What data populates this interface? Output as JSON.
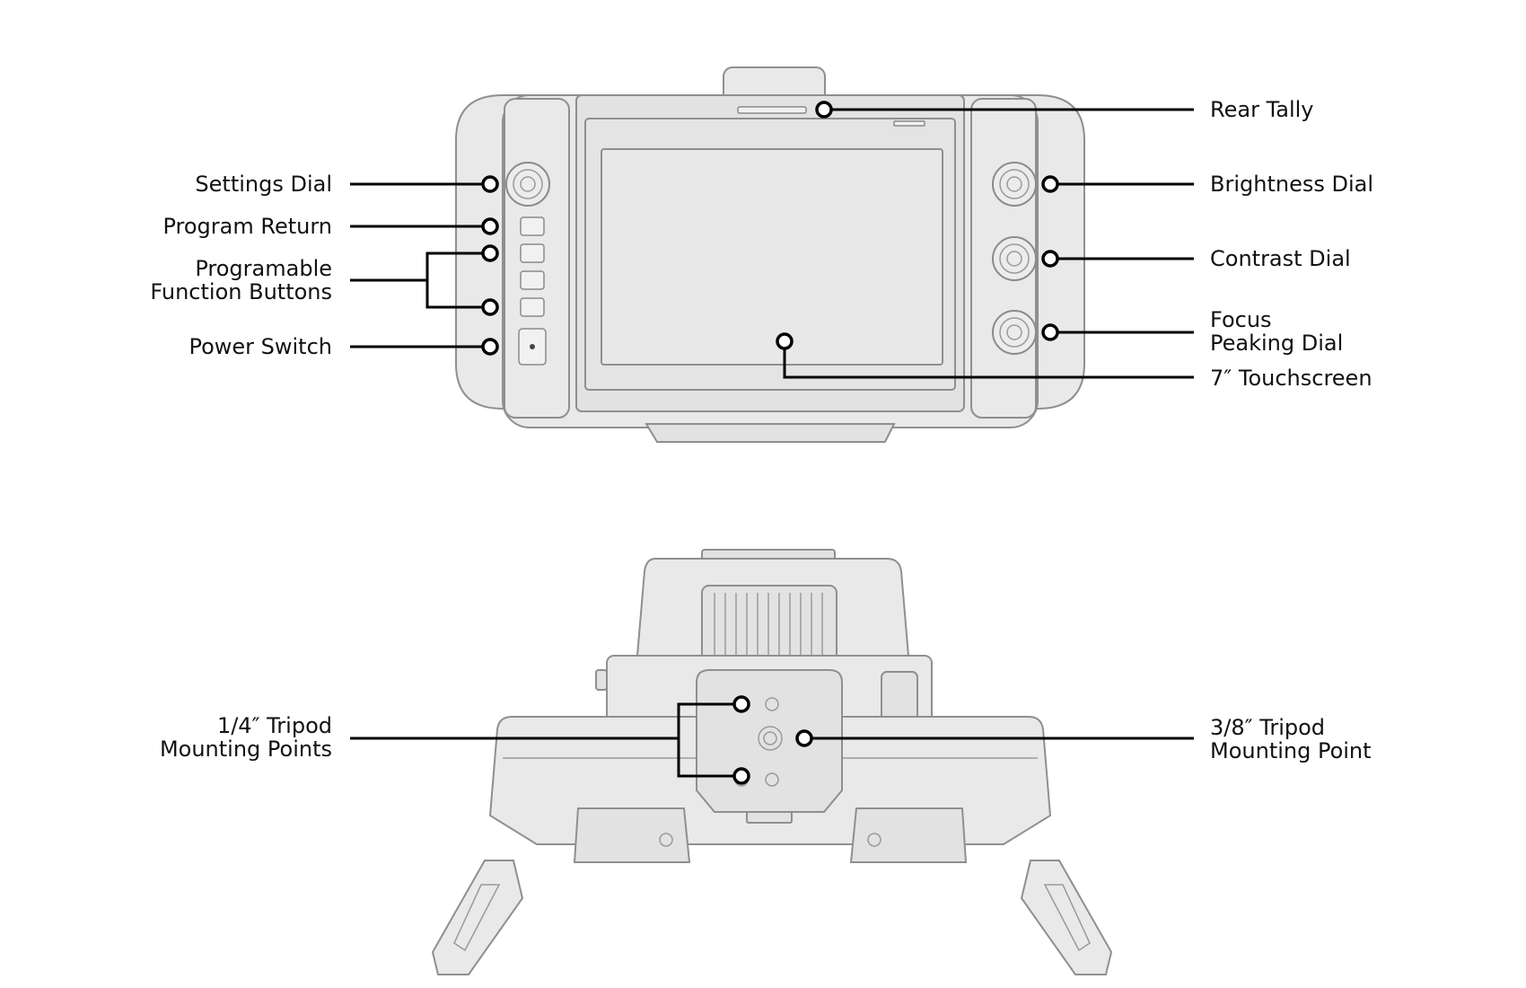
{
  "front_view": {
    "callouts": {
      "rear_tally": "Rear Tally",
      "settings_dial": "Settings Dial",
      "program_return": "Program Return",
      "programmable_buttons": [
        "Programable",
        "Function Buttons"
      ],
      "power_switch": "Power Switch",
      "brightness_dial": "Brightness Dial",
      "contrast_dial": "Contrast Dial",
      "focus_peaking_dial": [
        "Focus",
        "Peaking Dial"
      ],
      "touchscreen": "7″ Touchscreen"
    }
  },
  "bottom_view": {
    "callouts": {
      "quarter_inch_points": [
        "1/4″ Tripod",
        "Mounting Points"
      ],
      "three_eighths_point": [
        "3/8″ Tripod",
        "Mounting Point"
      ]
    }
  }
}
